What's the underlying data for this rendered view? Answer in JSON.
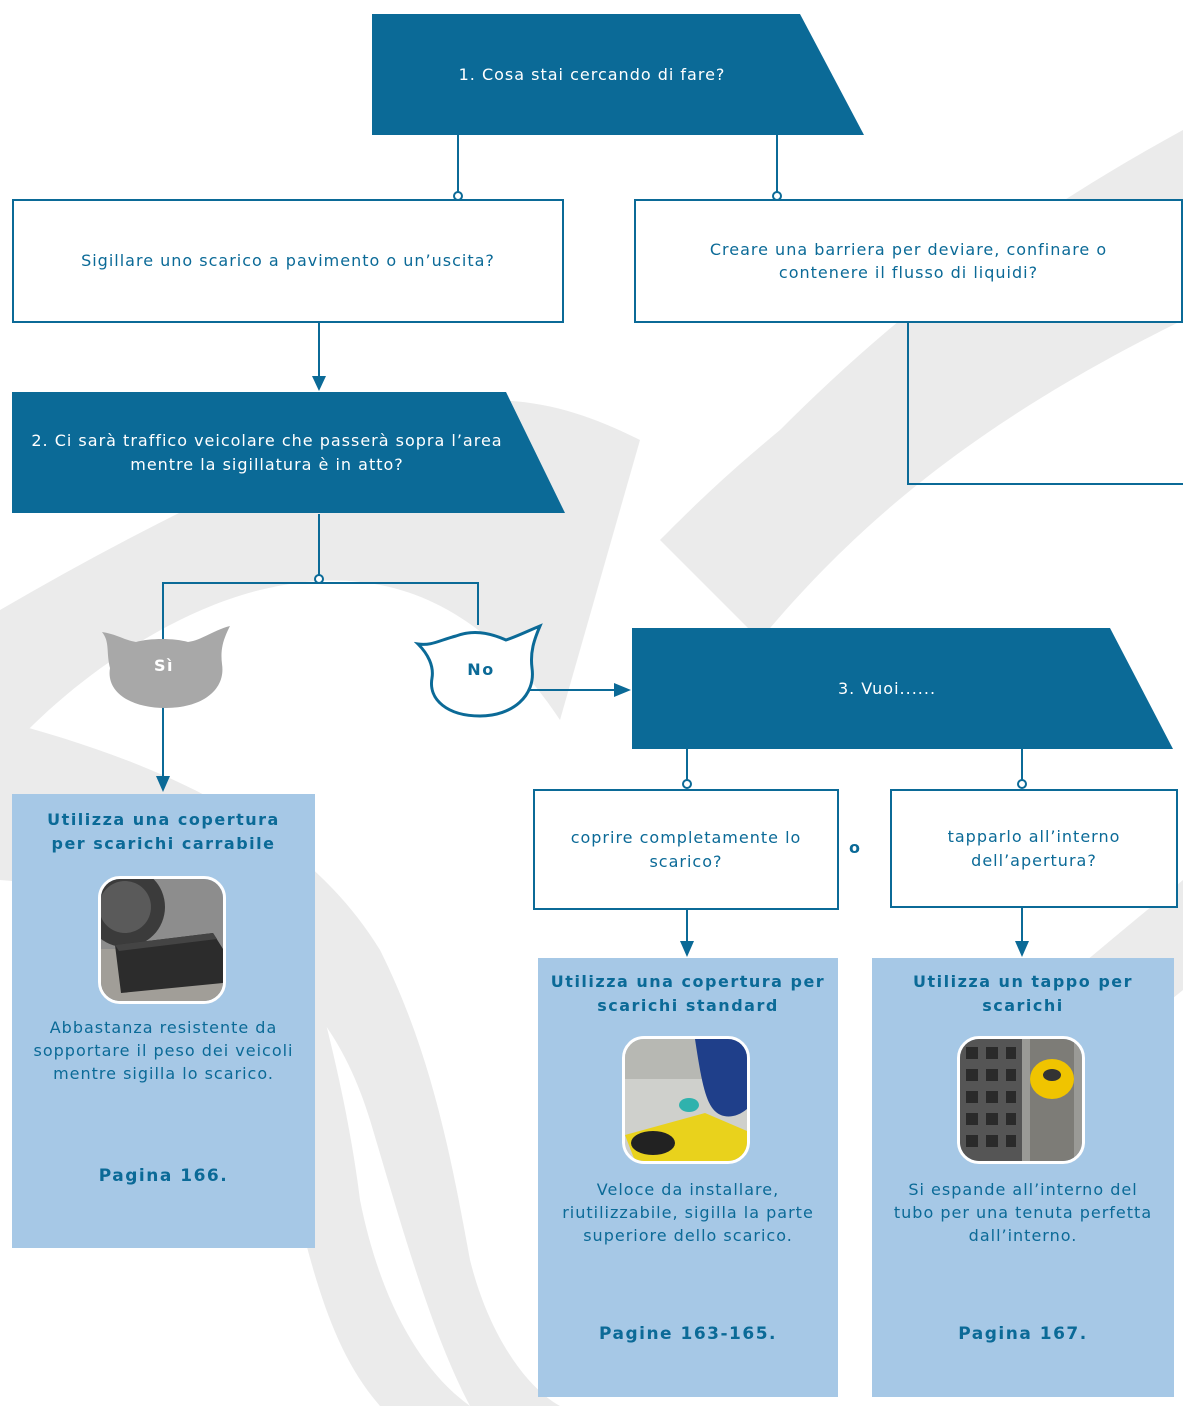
{
  "question1": "1. Cosa stai cercando di fare?",
  "option_seal": "Sigillare uno scarico a pavimento o un’uscita?",
  "option_barrier": "Creare una barriera per deviare, confinare o contenere il flusso di liquidi?",
  "question2": "2. Ci sarà traffico veicolare che passerà sopra l’area mentre la sigillatura è in atto?",
  "answer_yes": "Sì",
  "answer_no": "No",
  "question3": "3. Vuoi......",
  "option_cover": "coprire completamente lo scarico?",
  "separator_or": "o",
  "option_plug": "tapparlo all’interno dell’apertura?",
  "cards": {
    "traffic": {
      "title": "Utilizza una copertura per scarichi carrabile",
      "description": "Abbastanza resistente da sopportare il peso dei veicoli mentre sigilla lo scarico.",
      "page": "Pagina 166."
    },
    "standard": {
      "title": "Utilizza una copertura per scarichi standard",
      "description": "Veloce da installare, riutilizzabile, sigilla la parte superiore dello scarico.",
      "page": "Pagine 163-165."
    },
    "plug": {
      "title": "Utilizza un tappo per scarichi",
      "description": "Si espande all’interno del tubo per una tenuta perfetta dall’interno.",
      "page": "Pagina 167."
    }
  },
  "colors": {
    "primary": "#0b6a97",
    "card": "#a6c8e6",
    "yes_badge": "#a8a8a8",
    "watermark": "#ebebeb"
  }
}
